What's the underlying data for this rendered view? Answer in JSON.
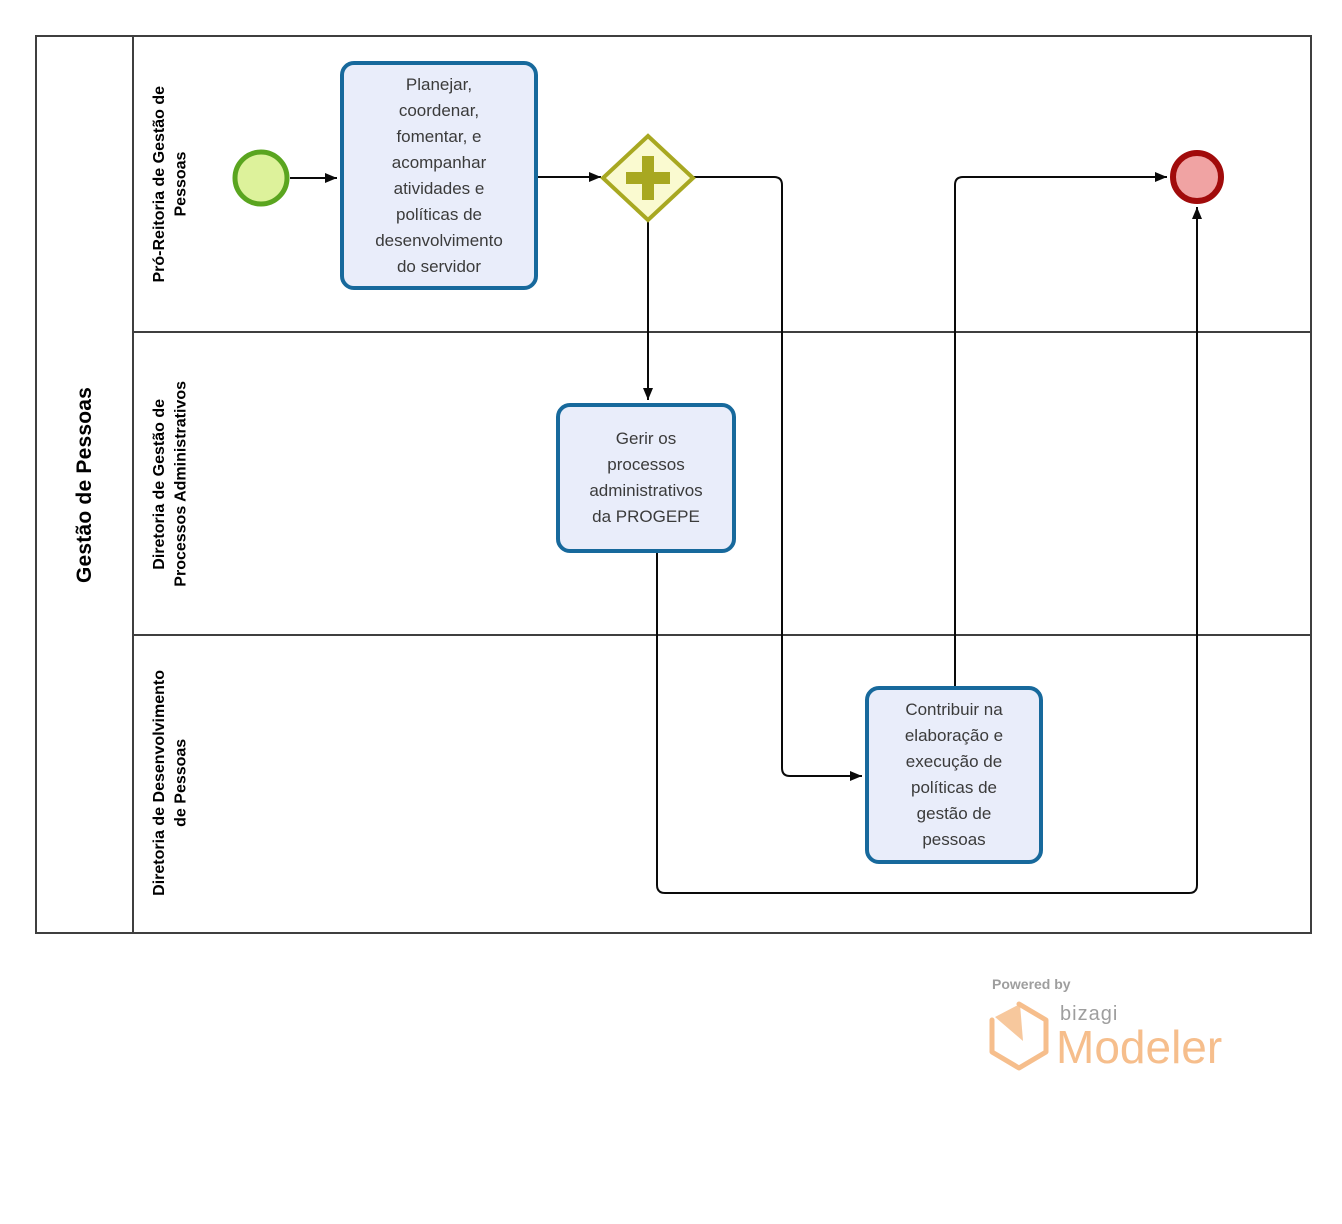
{
  "pool": {
    "title": "Gestão de Pessoas"
  },
  "lanes": [
    {
      "label": "Pró-Reitoria de Gestão de\nPessoas"
    },
    {
      "label": "Diretoria de Gestão de\nProcessos Administrativos"
    },
    {
      "label": "Diretoria de Desenvolvimento\nde Pessoas"
    }
  ],
  "tasks": [
    {
      "label": "Planejar,\ncoordenar,\nfomentar, e\nacompanhar\natividades e\npolíticas de\ndesenvolvimento\ndo servidor"
    },
    {
      "label": "Gerir os\nprocessos\nadministrativos\nda PROGEPE"
    },
    {
      "label": "Contribuir na\nelaboração e\nexecução de\npolíticas de\ngestão de\npessoas"
    }
  ],
  "branding": {
    "powered_by": "Powered by",
    "brand": "bizagi",
    "product": "Modeler"
  },
  "colors": {
    "task_fill": "#e9edfa",
    "task_border": "#17699c",
    "start_fill": "#ddf29b",
    "start_border": "#5aa51f",
    "gateway_fill": "#fafad0",
    "gateway_border": "#a8a821",
    "end_fill": "#f0a3a3",
    "end_border": "#a10b0b",
    "pool_line": "#3f3f3f",
    "flow_line": "#0a0a0a",
    "text": "#3b3b3b",
    "brand_orange": "#f6be8c",
    "brand_gray": "#9e9e9e"
  }
}
